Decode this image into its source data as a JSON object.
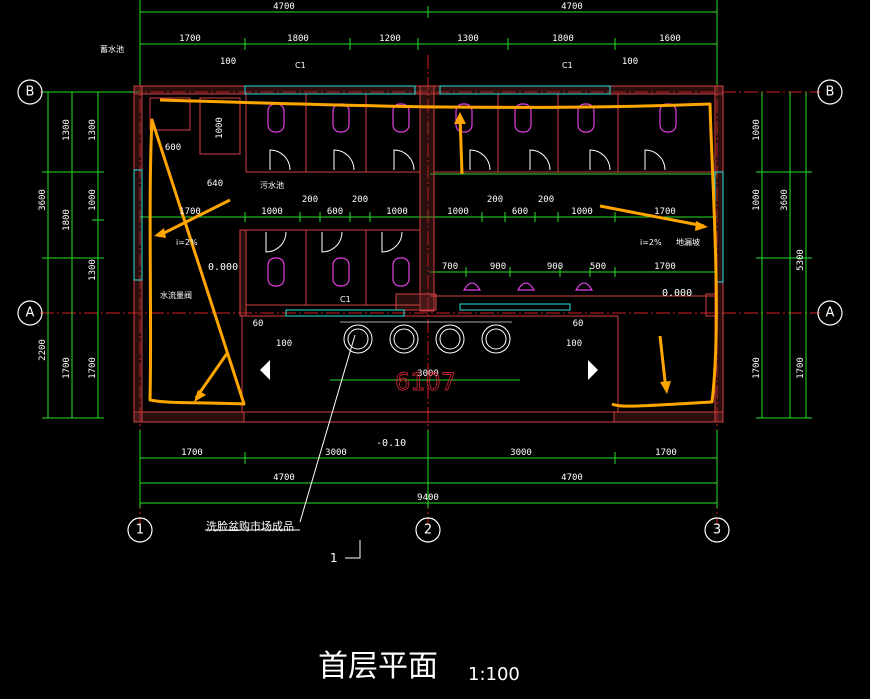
{
  "drawing": {
    "title": "首层平面",
    "scale": "1:100",
    "view_number": "1",
    "callout": "洗脸盆购市场成品",
    "labels": {
      "reservoir": "蓄水池",
      "sewage_tank": "污水池",
      "pipe": "水流量阀",
      "slope_left": "i=2%",
      "slope_right": "i=2%",
      "drain_right": "地漏坡",
      "window": "C1",
      "annotation_6107": "6107"
    },
    "levels": {
      "inside_left": "0.000",
      "inside_right": "0.000",
      "outside": "-0.10"
    },
    "axes": {
      "columns": [
        "1",
        "2",
        "3"
      ],
      "rows": [
        "B",
        "A"
      ]
    },
    "dims": {
      "top_overall": [
        "4700",
        "4700"
      ],
      "top_detail": [
        "1700",
        "1800",
        "1200",
        "1300",
        "1800",
        "1600"
      ],
      "top_small": [
        "100",
        "100"
      ],
      "mid_row1_left": [
        "1700",
        "1000",
        "600",
        "200",
        "200",
        "1000"
      ],
      "mid_row1_right": [
        "1000",
        "200",
        "600",
        "200",
        "1000",
        "1700"
      ],
      "mid_row2": [
        "700",
        "900",
        "900",
        "500",
        "1700"
      ],
      "sink_width": "3000",
      "misc": [
        "600",
        "640",
        "1000",
        "60",
        "60",
        "100",
        "100",
        "100"
      ],
      "bottom_detail": [
        "1700",
        "3000",
        "3000",
        "1700"
      ],
      "bottom_half": [
        "4700",
        "4700"
      ],
      "bottom_total": "9400",
      "left_outer": [
        "3600",
        "2200"
      ],
      "left_mid": [
        "1300",
        "1800",
        "1700"
      ],
      "left_inner": [
        "1300",
        "1000",
        "1300",
        "1700"
      ],
      "right_inner": [
        "1000",
        "1000",
        "1700"
      ],
      "right_outer": [
        "3600",
        "5300",
        "1700"
      ]
    }
  }
}
